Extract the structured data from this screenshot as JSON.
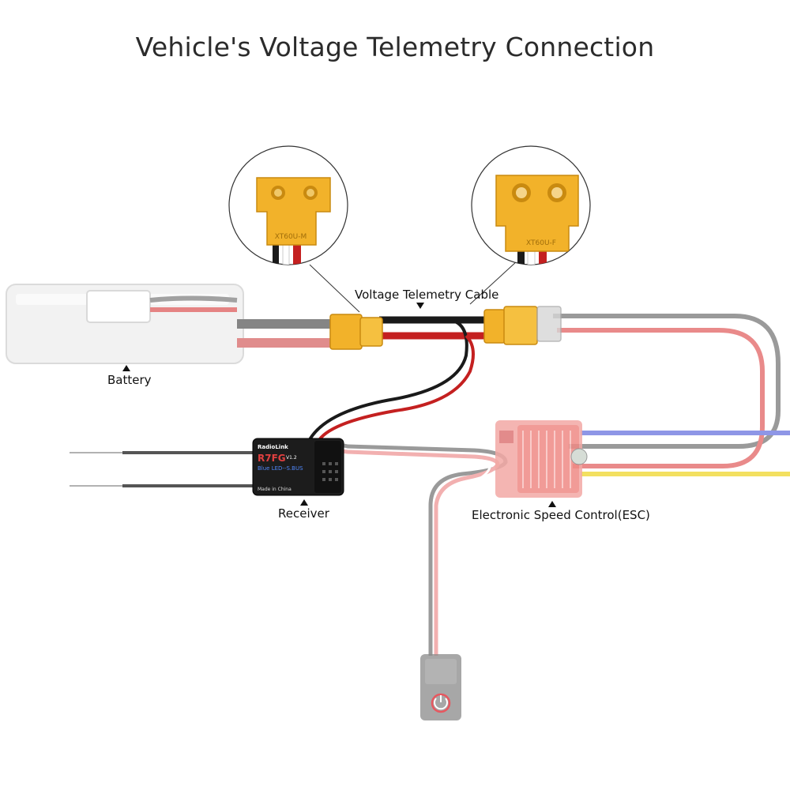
{
  "title": "Vehicle's Voltage Telemetry Connection",
  "labels": {
    "battery": "Battery",
    "cable": "Voltage Telemetry Cable",
    "receiver": "Receiver",
    "esc": "Electronic Speed Control(ESC)"
  },
  "receiver_text": {
    "brand": "RadioLink",
    "model": "R7FG",
    "version": "V1.2",
    "led": "Blue LED--S.BUS",
    "made_in": "Made in China"
  },
  "connector_text": {
    "male": "XT60U-M",
    "female": "XT60U-F"
  },
  "colors": {
    "connector_yellow": "#f2b22a",
    "wire_red": "#d11f1f",
    "wire_black": "#1a1a1a",
    "wire_faded_red": "#e98a8a",
    "wire_gray": "#8a8a8a",
    "wire_blue": "#8e96e6",
    "wire_yellow": "#f3e060",
    "esc_heatsink": "#ef8a85"
  },
  "icons": [
    "power-icon"
  ]
}
